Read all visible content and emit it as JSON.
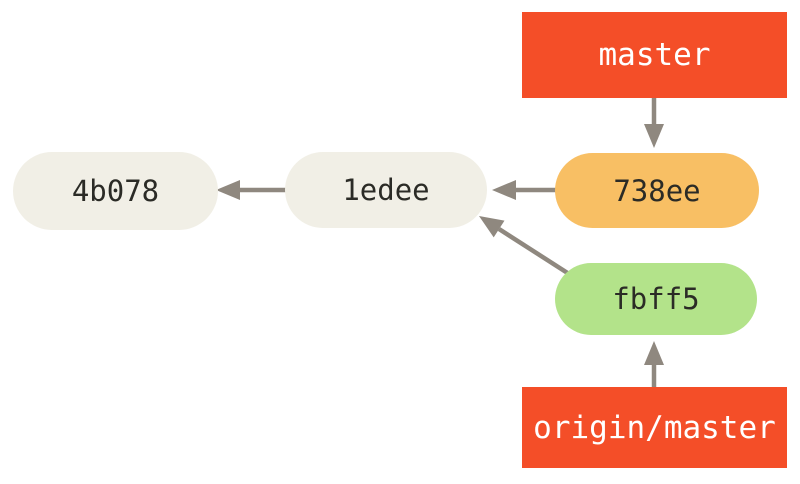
{
  "diagram": {
    "type": "git-commit-graph",
    "nodes": [
      {
        "id": "4b078",
        "label": "4b078",
        "fill": "#f1efe6"
      },
      {
        "id": "1edee",
        "label": "1edee",
        "fill": "#f1efe6"
      },
      {
        "id": "738ee",
        "label": "738ee",
        "fill": "#f8bf64"
      },
      {
        "id": "fbff5",
        "label": "fbff5",
        "fill": "#b3e38a"
      }
    ],
    "branch_labels": [
      {
        "id": "master",
        "label": "master",
        "fill": "#f44e28",
        "points_to": "738ee"
      },
      {
        "id": "origin-master",
        "label": "origin/master",
        "fill": "#f44e28",
        "points_to": "fbff5"
      }
    ],
    "edges": [
      {
        "from": "1edee",
        "to": "4b078"
      },
      {
        "from": "738ee",
        "to": "1edee"
      },
      {
        "from": "fbff5",
        "to": "1edee"
      },
      {
        "from": "master",
        "to": "738ee"
      },
      {
        "from": "origin-master",
        "to": "fbff5"
      }
    ],
    "colors": {
      "arrow": "#8f887f",
      "node_text": "#2b2b26",
      "ref_text": "#ffffff",
      "background": "#ffffff"
    }
  }
}
